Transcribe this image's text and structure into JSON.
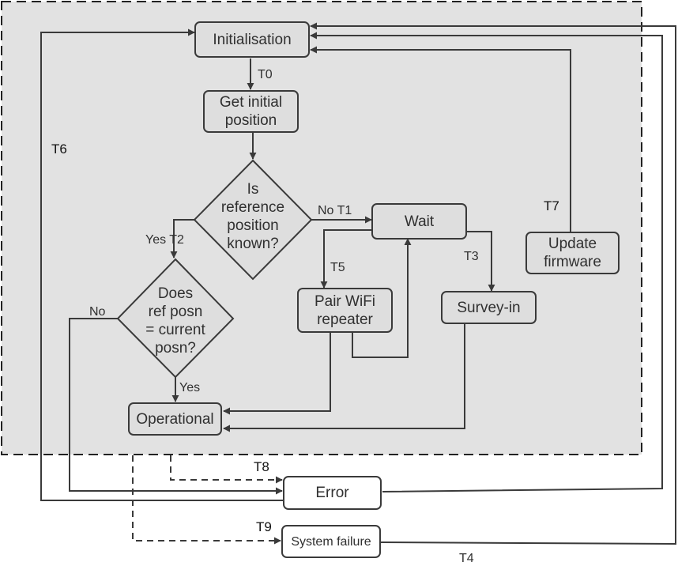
{
  "nodes": {
    "initialisation": "Initialisation",
    "get_initial_position": "Get initial\nposition",
    "reference_known": "Is\nreference\nposition\nknown?",
    "ref_equals_current": "Does\nref posn\n= current\nposn?",
    "wait": "Wait",
    "pair_wifi": "Pair WiFi\nrepeater",
    "survey_in": "Survey-in",
    "update_firmware": "Update\nfirmware",
    "operational": "Operational",
    "error": "Error",
    "system_failure": "System failure"
  },
  "labels": {
    "t0": "T0",
    "no_t1": "No T1",
    "yes_t2": "Yes T2",
    "t3": "T3",
    "t4": "T4",
    "t5": "T5",
    "t6": "T6",
    "t7": "T7",
    "t8": "T8",
    "t9": "T9",
    "no": "No",
    "yes": "Yes"
  },
  "colors": {
    "region_fill": "#e2e2e2",
    "stroke": "#3a3a3a",
    "text": "#303030"
  }
}
